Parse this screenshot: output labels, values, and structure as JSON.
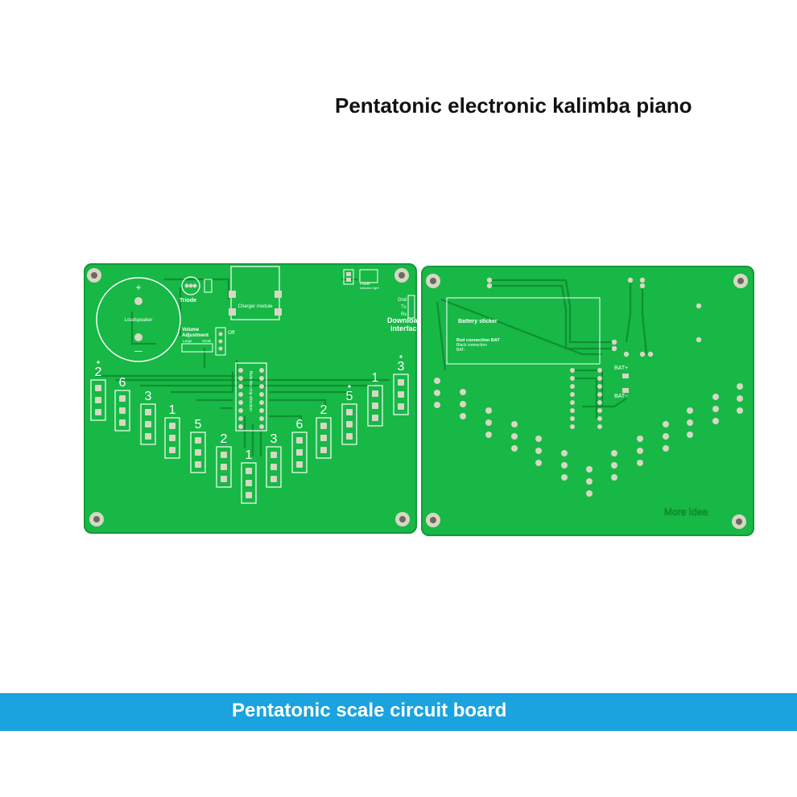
{
  "header": {
    "title": "Pentatonic electronic kalimba piano"
  },
  "banner": {
    "label": "Pentatonic scale circuit board"
  },
  "left_board": {
    "loudspeaker": "Loudspeaker",
    "plus": "+",
    "minus": "—",
    "triode": "Triode",
    "charger": "Charger module",
    "volume_1": "Volume",
    "volume_2": "Adjustment",
    "large": "Large",
    "small": "Small",
    "off": "Off",
    "power": "Power",
    "indicator": "indicator light",
    "chip": "Note the chip direction",
    "gnd": "Gnd",
    "tx": "Tx",
    "rx": "Rx",
    "download_1": "Download",
    "download_2": "interface",
    "notes": [
      "2",
      "6",
      "3",
      "1",
      "5",
      "2",
      "1",
      "3",
      "6",
      "2",
      "5",
      "1",
      "3"
    ]
  },
  "right_board": {
    "battery": "Battery sticker",
    "red": "Red connection BAT",
    "black": "Black connection",
    "bat_minus_text": "BAT-",
    "bat_plus": "BAT+",
    "bat_minus": "BAT−",
    "more_idea": "More Idea"
  },
  "colors": {
    "pcb": "#17b845",
    "banner": "#1aa3df",
    "silk": "#ffffff",
    "pad": "#d9d9c8"
  }
}
